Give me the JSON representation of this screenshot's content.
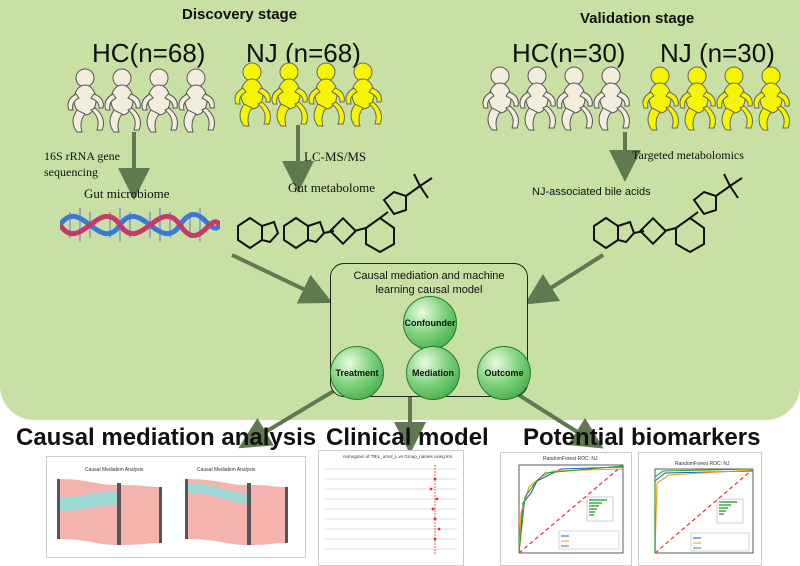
{
  "discovery": {
    "title": "Discovery stage",
    "hc_label": "HC(n=68)",
    "nj_label": "NJ (n=68)",
    "seq_label_line1": "16S rRNA gene",
    "seq_label_line2": "sequencing",
    "microbiome_label": "Gut microbiome",
    "lcms_label": "LC-MS/MS",
    "metabolome_label": "Gut metabolome"
  },
  "validation": {
    "title": "Validation stage",
    "hc_label": "HC(n=30)",
    "nj_label": "NJ (n=30)",
    "targeted_label": "Targeted metabolomics",
    "bile_label": "NJ-associated bile acids"
  },
  "central": {
    "title_line1": "Causal mediation  and machine",
    "title_line2": "learning causal model",
    "confounder": "Confounder",
    "treatment": "Treatment",
    "mediation": "Mediation",
    "outcome": "Outcome"
  },
  "outputs": {
    "causal": "Causal mediation analysis",
    "clinical": "Clinical model",
    "biomarkers": "Potential biomarkers"
  },
  "thumbnails": {
    "cma_title_1": "Causal Mediation Analysis",
    "cma_title_2": "Causal Mediation Analysis",
    "nomogram_title": "nomogram of TBIL_umol_L vs Group_names using lrm",
    "roc_title_1": "RandomForest ROC: NJ",
    "roc_title_2": "RandomForest ROC: NJ"
  },
  "colors": {
    "panel": "#c9e0a5",
    "arrow": "#5f7a50",
    "gold_arrow": "#b8860b",
    "nj_baby": "#f5f500",
    "hc_baby": "#f3eddd"
  }
}
